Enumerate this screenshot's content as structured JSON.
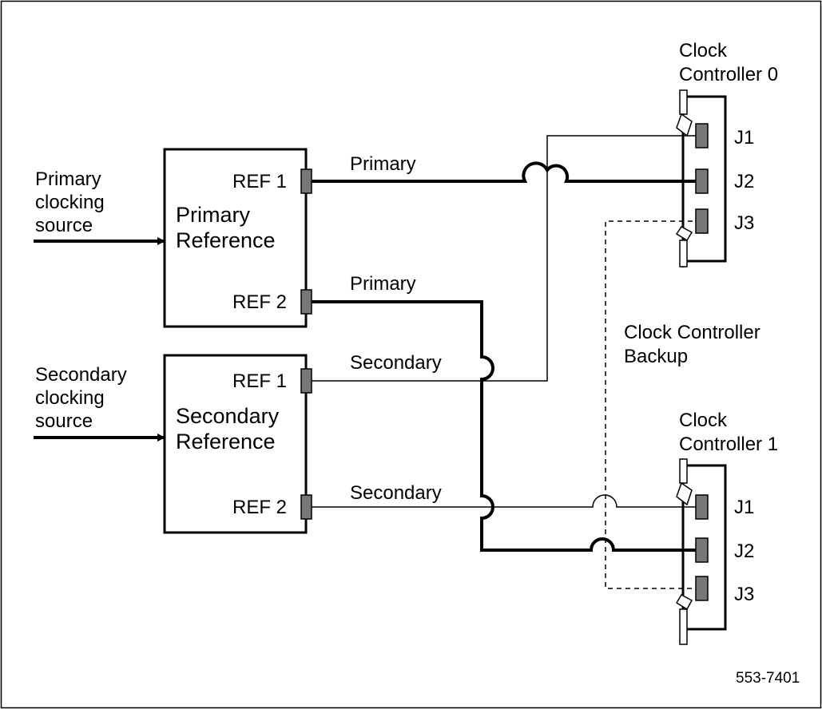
{
  "inputs": {
    "primary": [
      "Primary",
      "clocking",
      "source"
    ],
    "secondary": [
      "Secondary",
      "clocking",
      "source"
    ]
  },
  "boxes": {
    "primary_reference": {
      "title": [
        "Primary",
        "Reference"
      ],
      "ref1": "REF 1",
      "ref2": "REF 2"
    },
    "secondary_reference": {
      "title": [
        "Secondary",
        "Reference"
      ],
      "ref1": "REF 1",
      "ref2": "REF 2"
    }
  },
  "links": {
    "primary_ref1": "Primary",
    "primary_ref2": "Primary",
    "secondary_ref1": "Secondary",
    "secondary_ref2": "Secondary"
  },
  "controllers": {
    "cc0": {
      "title": [
        "Clock",
        "Controller 0"
      ],
      "jacks": [
        "J1",
        "J2",
        "J3"
      ]
    },
    "cc1": {
      "title": [
        "Clock",
        "Controller 1"
      ],
      "jacks": [
        "J1",
        "J2",
        "J3"
      ]
    }
  },
  "backup_label": [
    "Clock Controller",
    "Backup"
  ],
  "figure_id": "553-7401"
}
